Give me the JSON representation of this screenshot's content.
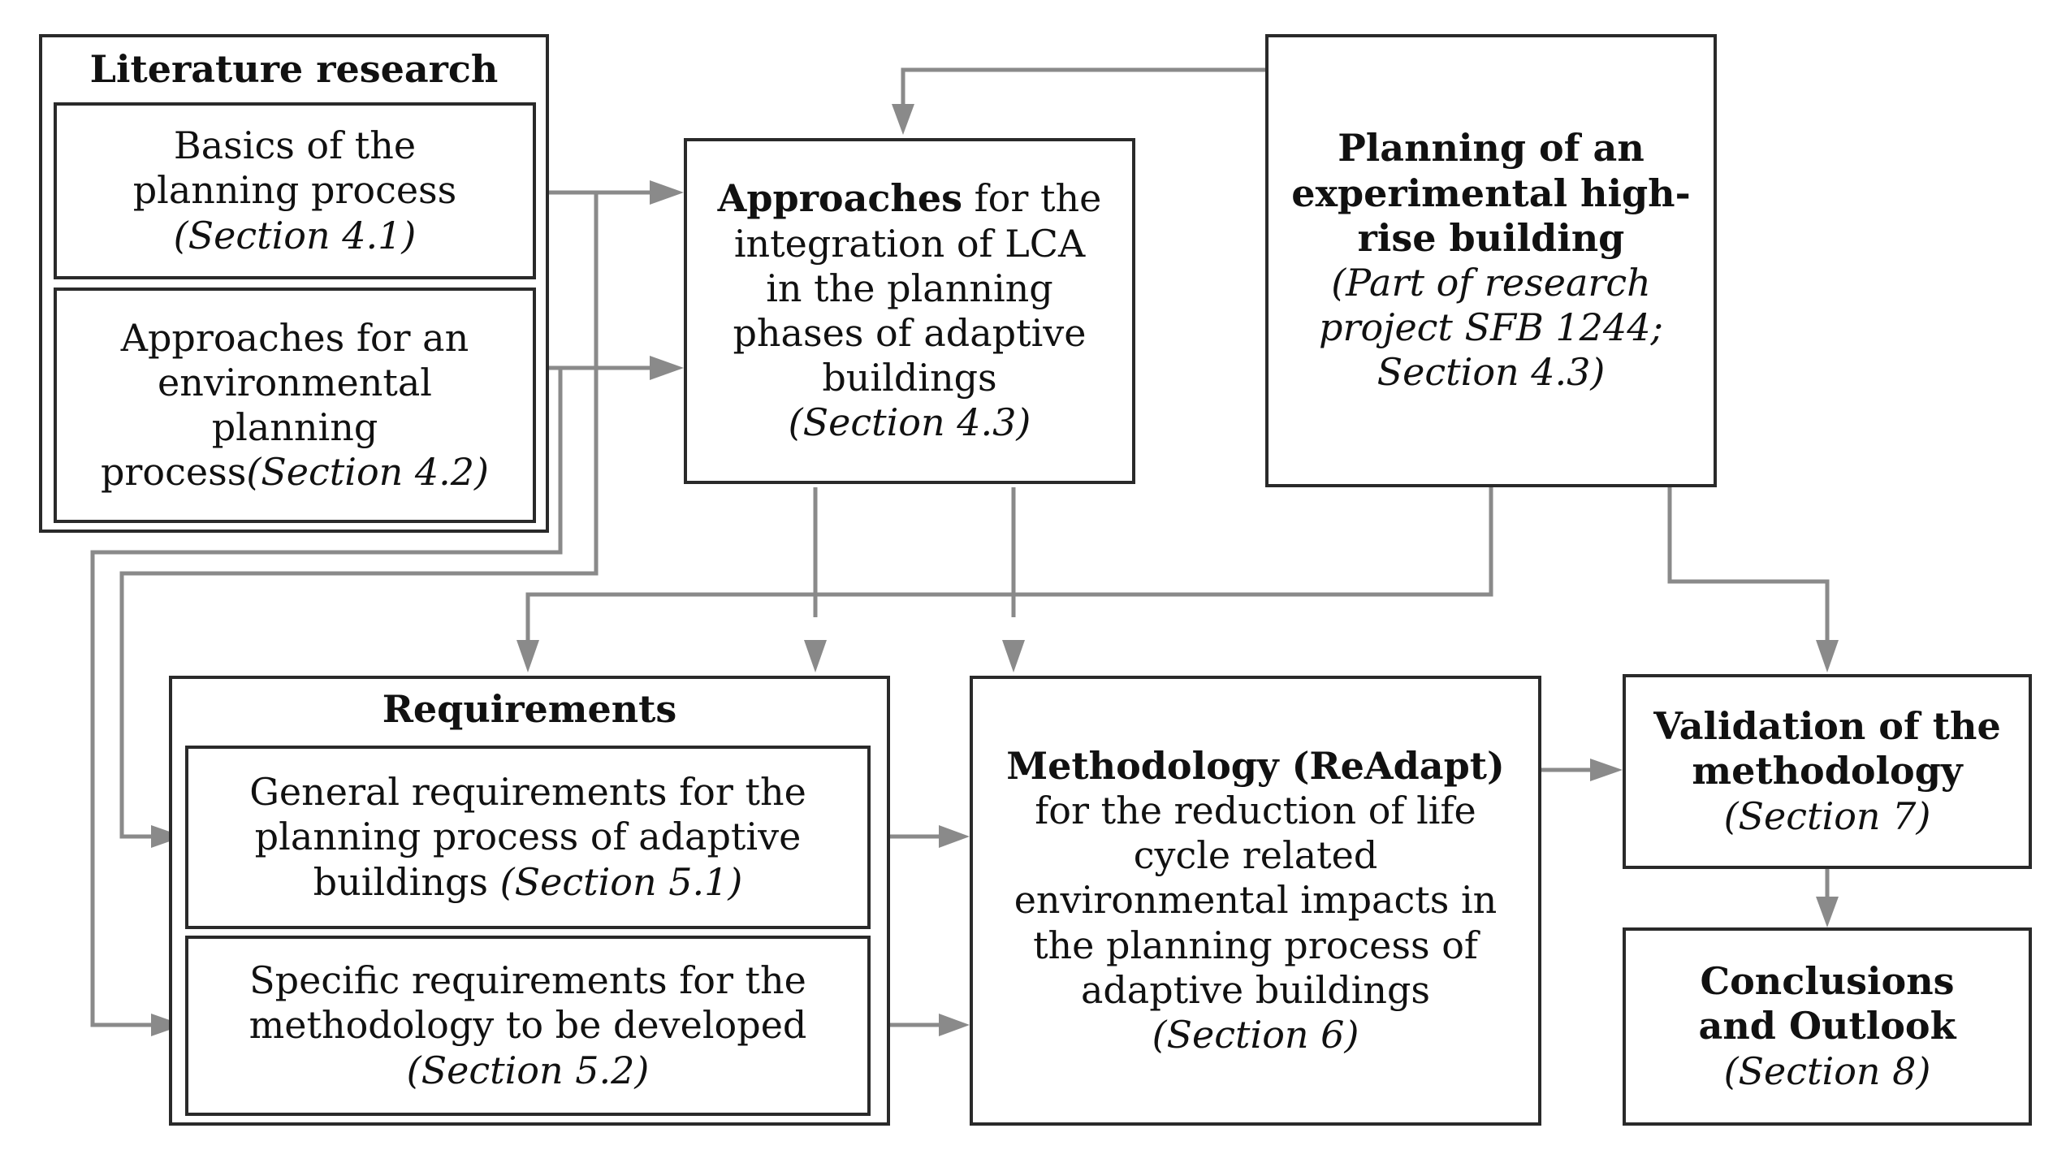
{
  "diagram": {
    "literature": {
      "title": "Literature research",
      "basics": {
        "l1": "Basics of the",
        "l2": "planning process",
        "l3": "(Section 4.1)"
      },
      "approaches_env": {
        "l1": "Approaches for an",
        "l2": "environmental",
        "l3": "planning",
        "l4a": "process",
        "l4b": "(Section 4.2)"
      }
    },
    "approaches_lca": {
      "l1a": "Approaches",
      "l1b": " for the",
      "l2": "integration of LCA",
      "l3": "in the planning",
      "l4": "phases of adaptive",
      "l5": "buildings",
      "l6": "(Section 4.3)"
    },
    "planning_exp": {
      "l1": "Planning of an",
      "l2": "experimental high-",
      "l3": "rise building",
      "l4": "(Part of research",
      "l5": "project SFB 1244;",
      "l6": "Section 4.3)"
    },
    "requirements": {
      "title": "Requirements",
      "general": {
        "l1": "General requirements for the",
        "l2": "planning process of adaptive",
        "l3a": "buildings ",
        "l3b": "(Section 5.1)"
      },
      "specific": {
        "l1": "Specific requirements for the",
        "l2": "methodology to be developed",
        "l3": "(Section 5.2)"
      }
    },
    "methodology": {
      "l1": "Methodology (ReAdapt)",
      "l2": "for the reduction of life",
      "l3": "cycle related",
      "l4": "environmental impacts in",
      "l5": "the planning process of",
      "l6": "adaptive buildings",
      "l7": "(Section 6)"
    },
    "validation": {
      "l1": "Validation of the",
      "l2": "methodology",
      "l3": "(Section 7)"
    },
    "conclusions": {
      "l1": "Conclusions",
      "l2": "and Outlook",
      "l3": "(Section 8)"
    }
  },
  "colors": {
    "box_border": "#2a2a2a",
    "arrow": "#8a8a8a",
    "text": "#111111"
  }
}
